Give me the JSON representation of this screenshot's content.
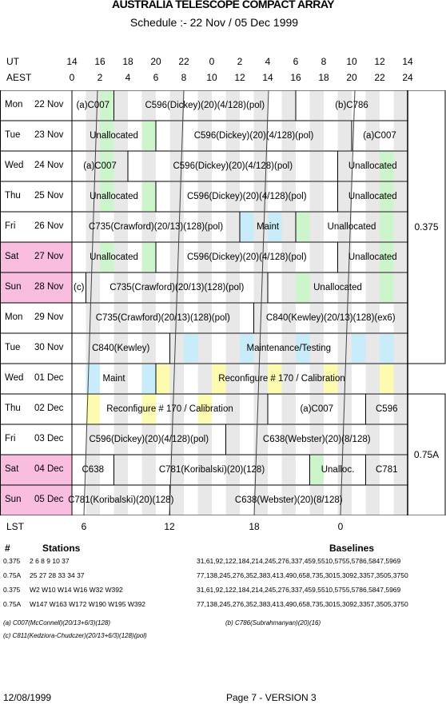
{
  "header": {
    "title": "AUSTRALIA TELESCOPE COMPACT ARRAY",
    "subtitle": "Schedule :- 22 Nov / 05 Dec 1999"
  },
  "axis": {
    "ut_label": "UT",
    "aest_label": "AEST",
    "ut_ticks": [
      "14",
      "16",
      "18",
      "20",
      "22",
      "0",
      "2",
      "4",
      "6",
      "8",
      "10",
      "12",
      "14"
    ],
    "aest_ticks": [
      "0",
      "2",
      "4",
      "6",
      "8",
      "10",
      "12",
      "14",
      "16",
      "18",
      "20",
      "22",
      "24"
    ],
    "lst_label": "LST",
    "lst_ticks": [
      "6",
      "12",
      "18",
      "0"
    ]
  },
  "colors": {
    "weekend": "#f9bde0",
    "green": "#ccf5cc",
    "blue": "#c8ecfa",
    "yellow": "#fdfbb0",
    "grey": "#e8e8e8"
  },
  "days": [
    {
      "dow": "Mon",
      "date": "22 Nov",
      "weekend": false,
      "blocks": [
        {
          "label": "(a)C007",
          "s": 0,
          "e": 3
        },
        {
          "label": "C596(Dickey)(20)(4/128)(pol)",
          "s": 3,
          "e": 16
        },
        {
          "label": "(b)C786",
          "s": 16,
          "e": 24
        }
      ]
    },
    {
      "dow": "Tue",
      "date": "23 Nov",
      "weekend": false,
      "blocks": [
        {
          "label": "Unallocated",
          "s": 0,
          "e": 6
        },
        {
          "label": "C596(Dickey)(20)(4/128)(pol)",
          "s": 6,
          "e": 20
        },
        {
          "label": "(a)C007",
          "s": 20,
          "e": 24
        }
      ]
    },
    {
      "dow": "Wed",
      "date": "24 Nov",
      "weekend": false,
      "blocks": [
        {
          "label": "(a)C007",
          "s": 0,
          "e": 4
        },
        {
          "label": "C596(Dickey)(20)(4/128)(pol)",
          "s": 4,
          "e": 19
        },
        {
          "label": "Unallocated",
          "s": 19,
          "e": 24
        }
      ]
    },
    {
      "dow": "Thu",
      "date": "25 Nov",
      "weekend": false,
      "blocks": [
        {
          "label": "Unallocated",
          "s": 0,
          "e": 6
        },
        {
          "label": "C596(Dickey)(20)(4/128)(pol)",
          "s": 6,
          "e": 19
        },
        {
          "label": "Unallocated",
          "s": 19,
          "e": 24
        }
      ]
    },
    {
      "dow": "Fri",
      "date": "26 Nov",
      "weekend": false,
      "blocks": [
        {
          "label": "C735(Crawford)(20/13)(128)(pol)",
          "s": 0,
          "e": 12
        },
        {
          "label": "Maint",
          "s": 12,
          "e": 16
        },
        {
          "label": "Unallocated",
          "s": 16,
          "e": 24
        }
      ]
    },
    {
      "dow": "Sat",
      "date": "27 Nov",
      "weekend": true,
      "blocks": [
        {
          "label": "Unallocated",
          "s": 0,
          "e": 6
        },
        {
          "label": "C596(Dickey)(20)(4/128)(pol)",
          "s": 6,
          "e": 19
        },
        {
          "label": "Unallocated",
          "s": 19,
          "e": 24
        }
      ]
    },
    {
      "dow": "Sun",
      "date": "28 Nov",
      "weekend": true,
      "blocks": [
        {
          "label": "(c)",
          "s": 0,
          "e": 1
        },
        {
          "label": "C735(Crawford)(20/13)(128)(pol)",
          "s": 1,
          "e": 14
        },
        {
          "label": "Unallocated",
          "s": 14,
          "e": 24
        }
      ]
    },
    {
      "dow": "Mon",
      "date": "29 Nov",
      "weekend": false,
      "blocks": [
        {
          "label": "C735(Crawford)(20/13)(128)(pol)",
          "s": 0,
          "e": 13
        },
        {
          "label": "C840(Kewley)(20/13)(128)(ex6)",
          "s": 13,
          "e": 24
        }
      ]
    },
    {
      "dow": "Tue",
      "date": "30 Nov",
      "weekend": false,
      "blocks": [
        {
          "label": "C840(Kewley)",
          "s": 0,
          "e": 7
        },
        {
          "label": "Maintenance/Testing",
          "s": 7,
          "e": 24
        }
      ]
    },
    {
      "dow": "Wed",
      "date": "01 Dec",
      "weekend": false,
      "blocks": [
        {
          "label": "Maint",
          "s": 0,
          "e": 6
        },
        {
          "label": "Reconfigure # 170 / Calibration",
          "s": 6,
          "e": 24
        }
      ]
    },
    {
      "dow": "Thu",
      "date": "02 Dec",
      "weekend": false,
      "blocks": [
        {
          "label": "Reconfigure # 170 / Calibration",
          "s": 0,
          "e": 14
        },
        {
          "label": "(a)C007",
          "s": 14,
          "e": 21
        },
        {
          "label": "C596",
          "s": 21,
          "e": 24
        }
      ]
    },
    {
      "dow": "Fri",
      "date": "03 Dec",
      "weekend": false,
      "blocks": [
        {
          "label": "C596(Dickey)(20)(4/128)(pol)",
          "s": 0,
          "e": 11
        },
        {
          "label": "C638(Webster)(20)(8/128)",
          "s": 11,
          "e": 24
        }
      ]
    },
    {
      "dow": "Sat",
      "date": "04 Dec",
      "weekend": true,
      "blocks": [
        {
          "label": "C638",
          "s": 0,
          "e": 3
        },
        {
          "label": "C781(Koribalski)(20)(128)",
          "s": 3,
          "e": 17
        },
        {
          "label": "Unalloc.",
          "s": 17,
          "e": 21
        },
        {
          "label": "C781",
          "s": 21,
          "e": 24
        }
      ]
    },
    {
      "dow": "Sun",
      "date": "05 Dec",
      "weekend": true,
      "blocks": [
        {
          "label": "C781(Koribalski)(20)(128)",
          "s": 0,
          "e": 7
        },
        {
          "label": "C638(Webster)(20)(8/128)",
          "s": 7,
          "e": 24
        }
      ]
    }
  ],
  "shading": [
    {
      "rows": [
        0,
        1,
        2,
        3,
        5
      ],
      "green": [
        [
          2,
          3
        ]
      ],
      "blue": [],
      "yellow": []
    },
    {
      "rows": [
        1
      ],
      "green": [
        [
          2,
          3
        ],
        [
          5,
          6
        ]
      ],
      "blue": [],
      "yellow": []
    },
    {
      "rows": [
        3,
        5
      ],
      "green": [
        [
          5,
          6
        ],
        [
          22,
          23
        ]
      ],
      "blue": [],
      "yellow": []
    },
    {
      "rows": [
        2
      ],
      "green": [
        [
          22,
          23
        ]
      ],
      "blue": [],
      "yellow": []
    },
    {
      "rows": [
        4
      ],
      "green": [
        [
          16,
          17
        ],
        [
          22,
          23
        ]
      ],
      "blue": [
        [
          12,
          13
        ],
        [
          14,
          15
        ]
      ],
      "yellow": []
    },
    {
      "rows": [
        6
      ],
      "green": [
        [
          16,
          17
        ],
        [
          22,
          23
        ]
      ],
      "blue": [],
      "yellow": []
    },
    {
      "rows": [
        8
      ],
      "green": [],
      "blue": [
        [
          8,
          9
        ],
        [
          12,
          13
        ],
        [
          16,
          17
        ],
        [
          20,
          21
        ],
        [
          22,
          23
        ]
      ],
      "yellow": []
    },
    {
      "rows": [
        9
      ],
      "green": [],
      "blue": [
        [
          1,
          2
        ],
        [
          5,
          6
        ]
      ],
      "yellow": [
        [
          6,
          7
        ],
        [
          10,
          11
        ],
        [
          14,
          15
        ],
        [
          18,
          19
        ],
        [
          22,
          23
        ]
      ]
    },
    {
      "rows": [
        10
      ],
      "green": [],
      "blue": [],
      "yellow": [
        [
          1,
          2
        ],
        [
          5,
          6
        ],
        [
          9,
          10
        ]
      ]
    },
    {
      "rows": [
        12
      ],
      "green": [
        [
          17,
          18
        ]
      ],
      "blue": [],
      "yellow": []
    }
  ],
  "configs": [
    {
      "label": "0.375",
      "rows": [
        0,
        9
      ]
    },
    {
      "label": "0.75A",
      "rows": [
        10,
        14
      ]
    }
  ],
  "stations": {
    "col_num": "#",
    "col_stations": "Stations",
    "col_baselines": "Baselines",
    "rows": [
      {
        "num": "0.375",
        "stations": "2 6 8 9 10 37",
        "baselines": "31,61,92,122,184,214,245,276,337,459,5510,5755,5786,5847,5969"
      },
      {
        "num": "0.75A",
        "stations": "25 27 28 33 34 37",
        "baselines": "77,138,245,276,352,383,413,490,658,735,3015,3092,3357,3505,3750"
      },
      {
        "num": "0.375",
        "stations": "W2 W10 W14 W16 W32 W392",
        "baselines": "31,61,92,122,184,214,245,276,337,459,5510,5755,5786,5847,5969"
      },
      {
        "num": "0.75A",
        "stations": "W147 W163 W172 W190 W195 W392",
        "baselines": "77,138,245,276,352,383,413,490,658,735,3015,3092,3357,3505,3750"
      }
    ]
  },
  "notes": {
    "a": "(a) C007(McConnell)(20/13+6/3)(128)",
    "b": "(b) C786(Subrahmanyan)(20)(16)",
    "c": "(c) C811(Kedziora-Chudczer)(20/13+6/3)(128)(pol)"
  },
  "footer": {
    "date": "12/08/1999",
    "page": "Page 7 - VERSION 3"
  }
}
